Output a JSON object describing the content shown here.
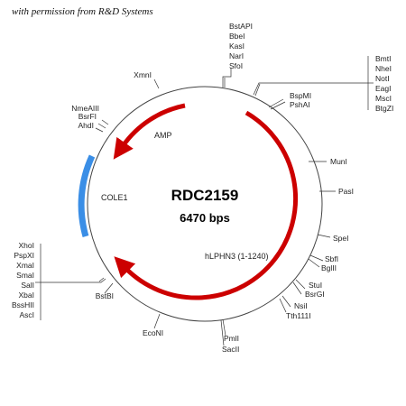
{
  "credit": "with permission from R&D Systems",
  "plasmid": {
    "name": "RDC2159",
    "size": "6470 bps"
  },
  "features": [
    {
      "id": "amp",
      "label": "AMP",
      "color": "#cc0000"
    },
    {
      "id": "cole1",
      "label": "COLE1",
      "color": "#3a8ee6"
    },
    {
      "id": "insert",
      "label": "hLPHN3 (1-1240)",
      "color": "#cc0000"
    }
  ],
  "sites": {
    "top_group": [
      "BstAPI",
      "BbeI",
      "KasI",
      "NarI",
      "SfoI"
    ],
    "right_top_group": [
      "BmtI",
      "NheI",
      "NotI",
      "EagI",
      "MscI",
      "BtgZI"
    ],
    "left_group": [
      "XhoI",
      "PspXI",
      "XmaI",
      "SmaI",
      "SalI",
      "XbaI",
      "BssHII",
      "AscI"
    ],
    "left_upper_group": [
      "NmeAIII",
      "BsrFI",
      "AhdI"
    ],
    "xmni": "XmnI",
    "bspmi_group": [
      "BspMI",
      "PshAI"
    ],
    "muni": "MunI",
    "pasi": "PasI",
    "spei": "SpeI",
    "bglii_group": [
      "SbfI",
      "BglII"
    ],
    "bsrgi_group": [
      "StuI",
      "BsrGI"
    ],
    "tth_group": [
      "NsiI",
      "Tth111I"
    ],
    "saci_group": [
      "PmlI",
      "SacII"
    ],
    "econi": "EcoNI",
    "bstbi": "BstBI"
  }
}
